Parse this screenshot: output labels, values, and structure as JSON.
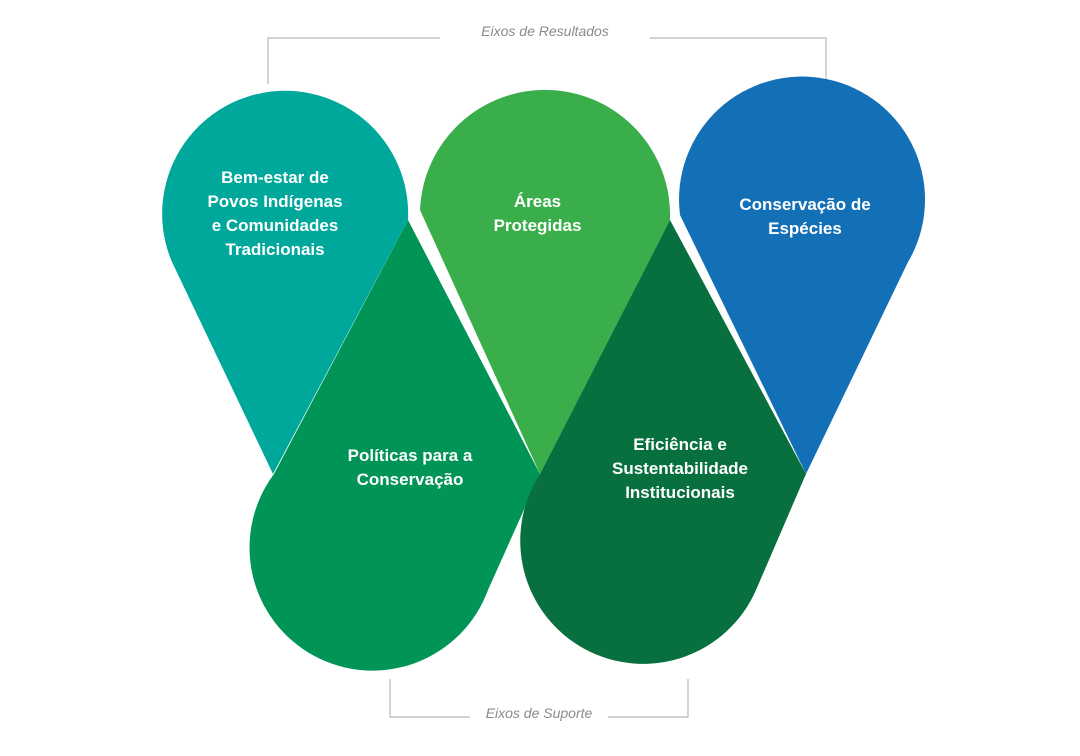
{
  "axes": {
    "results_label": "Eixos de Resultados",
    "support_label": "Eixos de Suporte"
  },
  "nodes": {
    "bem_estar": {
      "label": "Bem-estar de\nPovos Indígenas\ne Comunidades\nTradicionais",
      "color": "#00a89c"
    },
    "areas_protegidas": {
      "label": "Áreas\nProtegidas",
      "color": "#39ae4a"
    },
    "conservacao_especies": {
      "label": "Conservação de\nEspécies",
      "color": "#1470b6"
    },
    "politicas": {
      "label": "Políticas para a\nConservação",
      "color": "#009557"
    },
    "eficiencia": {
      "label": "Eficiência e\nSustentabilidade\nInstitucionais",
      "color": "#08703e"
    }
  },
  "overlap_colors": {
    "bem_estar_politicas": "#009466",
    "areas_politicas": "#009557",
    "areas_eficiencia": "#0a6f3c",
    "especies_eficiencia": "#0b6e3b"
  }
}
